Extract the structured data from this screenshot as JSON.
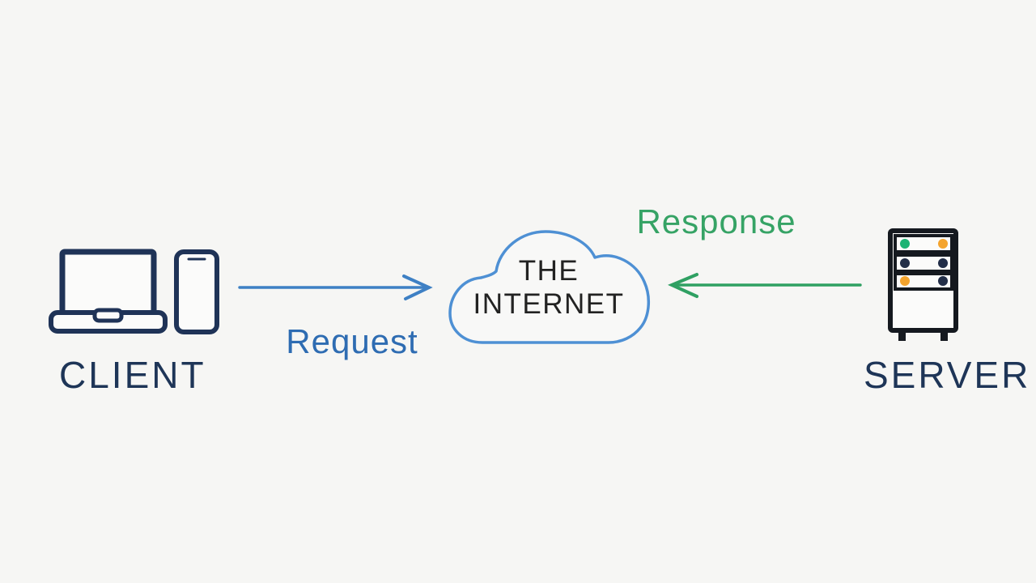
{
  "diagram": {
    "background_color": "#f6f6f4",
    "client": {
      "label": "CLIENT",
      "devices": [
        "laptop",
        "smartphone"
      ],
      "icon_color": "#1f3357"
    },
    "internet_cloud": {
      "line1": "THE",
      "line2": "INTERNET",
      "text_color": "#222222",
      "outline_color": "#4e90d4"
    },
    "server": {
      "label": "SERVER",
      "outline_color": "#15191f",
      "indicator_lights": [
        {
          "left": "#1db374",
          "right": "#f4a42e"
        },
        {
          "left": "#222e48",
          "right": "#222e48"
        },
        {
          "left": "#f4a42e",
          "right": "#222e48"
        }
      ]
    },
    "request": {
      "label": "Request",
      "direction": "left-to-right",
      "arrow_color": "#3e80c4",
      "text_color": "#2e6cb2"
    },
    "response": {
      "label": "Response",
      "direction": "right-to-left",
      "arrow_color": "#2fa062",
      "text_color": "#36a365"
    }
  }
}
